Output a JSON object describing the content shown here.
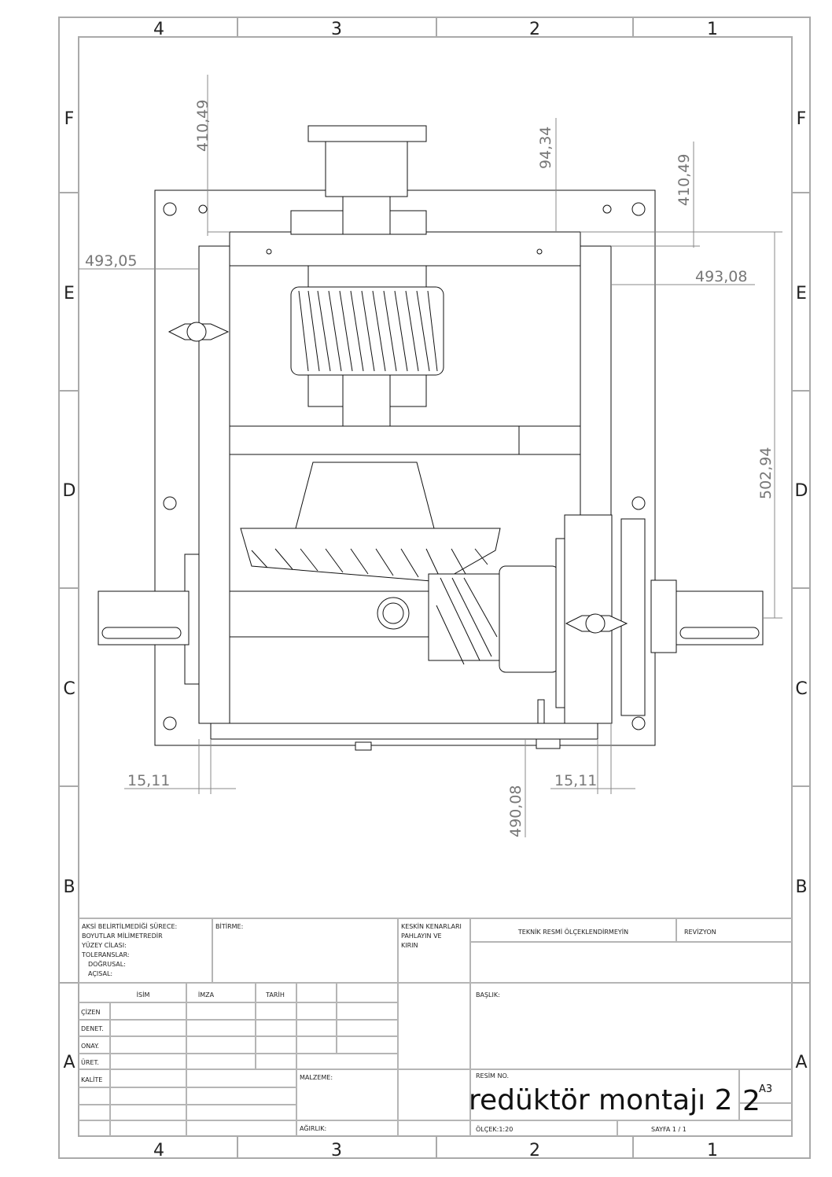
{
  "zones": {
    "columns": [
      "4",
      "3",
      "2",
      "1"
    ],
    "rows": [
      "F",
      "E",
      "D",
      "C",
      "B",
      "A"
    ]
  },
  "dimensions": {
    "top_left_vertical": "410,49",
    "top_middle_vertical": "94,34",
    "top_right_vertical": "410,49",
    "left_horizontal": "493,05",
    "right_horizontal": "493,08",
    "right_vertical": "502,94",
    "bottom_left_horizontal": "15,11",
    "bottom_right_horizontal": "15,11",
    "bottom_vertical": "490,08"
  },
  "title_block": {
    "general_notes": [
      "AKSİ BELİRTİLMEDİĞİ SÜRECE:",
      "BOYUTLAR MİLİMETREDİR",
      "YÜZEY CİLASI:",
      "TOLERANSLAR:",
      "DOĞRUSAL:",
      "AÇISAL:"
    ],
    "finish_label": "BİTİRME:",
    "edges_note": [
      "KESKİN KENARLARI",
      "PAHLAYIN VE",
      "KIRIN"
    ],
    "do_not_scale": "TEKNİK RESMİ ÖLÇEKLENDİRMEYİN",
    "revision_label": "REVİZYON",
    "col_headers": [
      "İSİM",
      "İMZA",
      "TARİH"
    ],
    "row_labels": [
      "ÇİZEN",
      "DENET.",
      "ONAY.",
      "ÜRET.",
      "KALİTE"
    ],
    "title_label": "BAŞLIK:",
    "material_label": "MALZEME:",
    "weight_label": "AĞIRLIK:",
    "drawing_no_label": "RESİM NO.",
    "drawing_no": "redüktör montajı 2",
    "sheet_size": "A3",
    "scale": "ÖLÇEK:1:20",
    "sheet": "SAYFA 1 / 1"
  }
}
